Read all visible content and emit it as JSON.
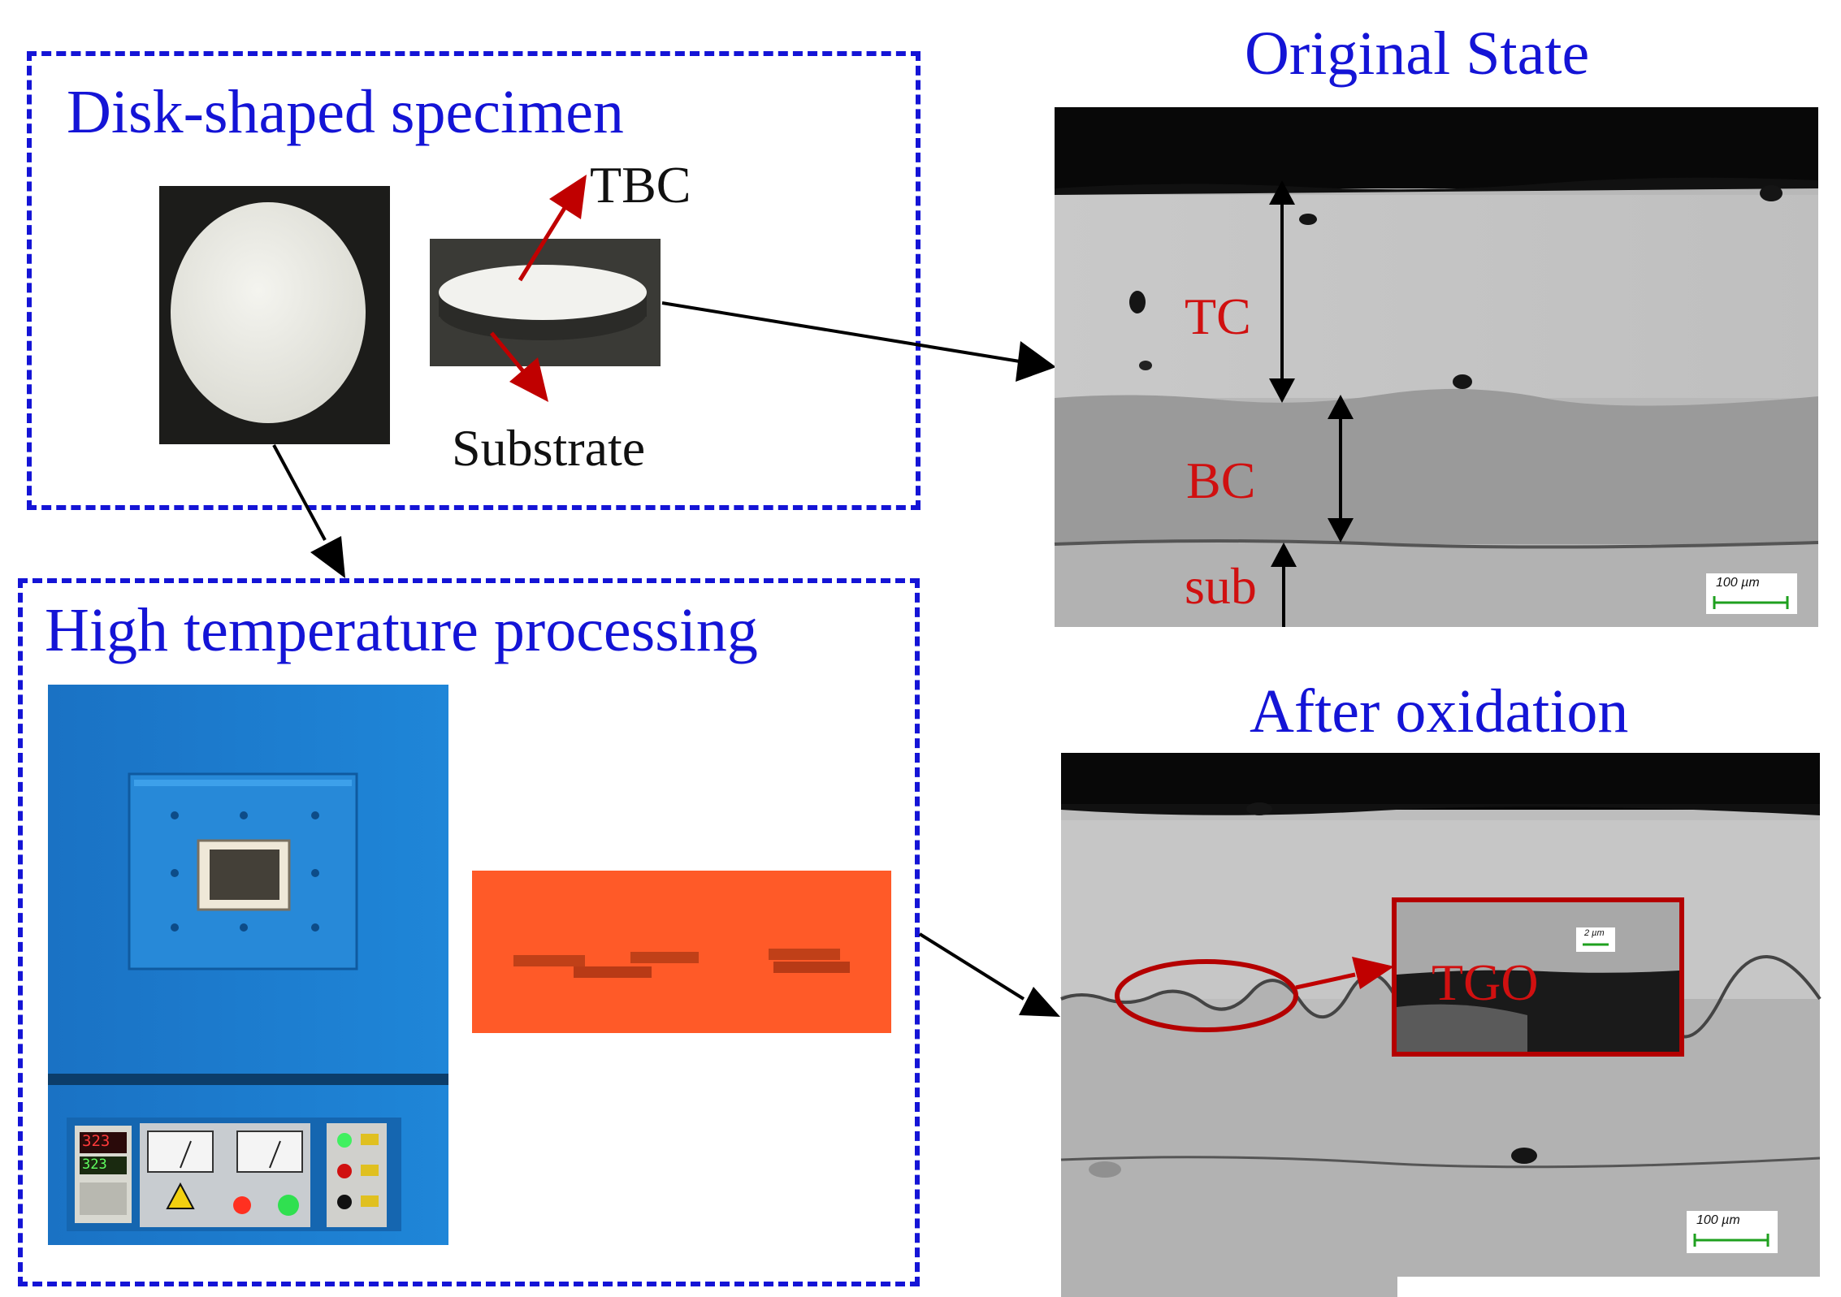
{
  "panels": {
    "specimen": {
      "title": "Disk-shaped specimen",
      "tbc_label": "TBC",
      "substrate_label": "Substrate"
    },
    "processing": {
      "title": "High temperature processing",
      "display_top": "323",
      "display_bottom": "323"
    }
  },
  "micrographs": {
    "original": {
      "title": "Original State",
      "tc": "TC",
      "bc": "BC",
      "sub": "sub",
      "scale": "100 µm"
    },
    "oxidized": {
      "title": "After oxidation",
      "tgo": "TGO",
      "inset_scale": "2 µm",
      "scale": "100 µm"
    }
  },
  "colors": {
    "title_blue": "#1414d6",
    "label_red": "#d01010",
    "arrow_red": "#c00000",
    "furnace_blue": "#1a7fd0",
    "tray_orange": "#ff5a28"
  }
}
